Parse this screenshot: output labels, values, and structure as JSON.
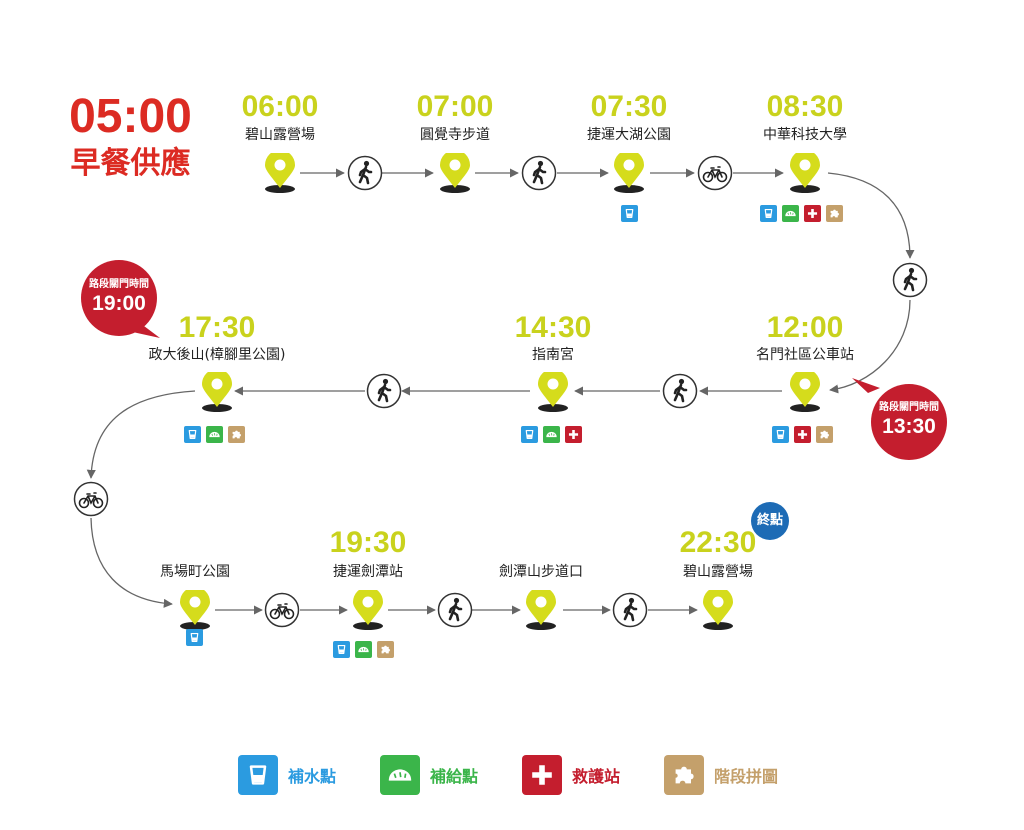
{
  "start": {
    "time": "05:00",
    "label": "早餐供應"
  },
  "stations": [
    {
      "time": "06:00",
      "name": "碧山露營場"
    },
    {
      "time": "07:00",
      "name": "圓覺寺步道"
    },
    {
      "time": "07:30",
      "name": "捷運大湖公園"
    },
    {
      "time": "08:30",
      "name": "中華科技大學"
    },
    {
      "time": "12:00",
      "name": "名門社區公車站"
    },
    {
      "time": "14:30",
      "name": "指南宮"
    },
    {
      "time": "17:30",
      "name": "政大後山(樟腳里公園)"
    },
    {
      "time": "",
      "name": "馬場町公園"
    },
    {
      "time": "19:30",
      "name": "捷運劍潭站"
    },
    {
      "time": "",
      "name": "劍潭山步道口"
    },
    {
      "time": "22:30",
      "name": "碧山露營場"
    }
  ],
  "badges": {
    "cutoff_1": {
      "label": "路段關門時間",
      "time": "13:30"
    },
    "cutoff_2": {
      "label": "路段關門時間",
      "time": "19:00"
    },
    "end": {
      "label": "終點"
    }
  },
  "legend": {
    "water": "補水點",
    "food": "補給點",
    "medical": "救護站",
    "puzzle": "階段拼圖"
  },
  "colors": {
    "start_red": "#dc2b23",
    "time_yellow": "#c9d21d",
    "pin_yellow": "#d5dc1c",
    "water_blue": "#2b9be0",
    "food_green": "#3bb54a",
    "medical_red": "#c41e2e",
    "puzzle_tan": "#c4a06b",
    "badge_red": "#c41e2e",
    "end_blue": "#1d6bb5"
  }
}
